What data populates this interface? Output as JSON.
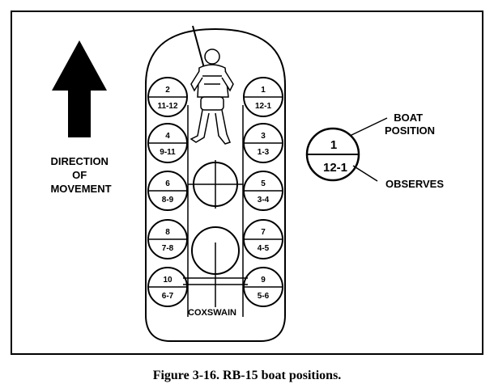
{
  "figure": {
    "caption": "Figure 3-16. RB-15 boat positions.",
    "direction_label": [
      "DIRECTION",
      "OF",
      "MOVEMENT"
    ],
    "coxswain_label": "COXSWAIN",
    "legend": {
      "position_value": "1",
      "observes_value": "12-1",
      "position_label": [
        "BOAT",
        "POSITION"
      ],
      "observes_label": "OBSERVES"
    },
    "seats": [
      {
        "position": "2",
        "observes": "11-12"
      },
      {
        "position": "1",
        "observes": "12-1"
      },
      {
        "position": "4",
        "observes": "9-11"
      },
      {
        "position": "3",
        "observes": "1-3"
      },
      {
        "position": "6",
        "observes": "8-9"
      },
      {
        "position": "5",
        "observes": "3-4"
      },
      {
        "position": "8",
        "observes": "7-8"
      },
      {
        "position": "7",
        "observes": "4-5"
      },
      {
        "position": "10",
        "observes": "6-7"
      },
      {
        "position": "9",
        "observes": "5-6"
      }
    ]
  }
}
